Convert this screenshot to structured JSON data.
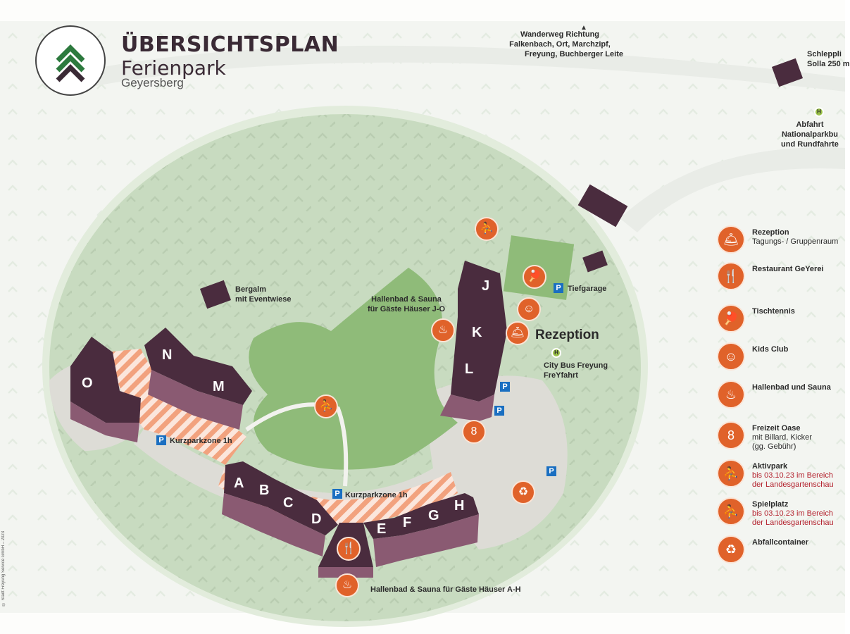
{
  "header": {
    "title_main": "ÜBERSICHTSPLAN",
    "title_sub": "Ferienpark",
    "title_place": "Geyersberg",
    "logo_icon": "fir-tree-logo-icon"
  },
  "map_labels": {
    "wanderweg": "Wanderweg Richtung",
    "wanderweg_2": "Falkenbach, Ort, Marchzipf,",
    "wanderweg_3": "Freyung, Buchberger Leite",
    "schlepplift": "Schleppli",
    "schlepplift_2": "Solla 250 m",
    "abfahrt_1": "Abfahrt",
    "abfahrt_2": "Nationalparkbu",
    "abfahrt_3": "und Rundfahrte",
    "bergalm_1": "Bergalm",
    "bergalm_2": "mit Eventwiese",
    "hallenbad_jo_1": "Hallenbad & Sauna",
    "hallenbad_jo_2": "für Gäste Häuser J-O",
    "tiefgarage": "Tiefgarage",
    "rezeption": "Rezeption",
    "citybus_1": "City Bus Freyung",
    "citybus_2": "FreYfahrt",
    "kurzpark_left": "Kurzparkzone 1h",
    "kurzpark_center": "Kurzparkzone 1h",
    "hallenbad_ah": "Hallenbad & Sauna für Gäste Häuser A-H",
    "copyright": "© Stadt Freyung Service GmbH – 2023"
  },
  "buildings": {
    "O": "O",
    "N": "N",
    "M": "M",
    "J": "J",
    "K": "K",
    "L": "L",
    "A": "A",
    "B": "B",
    "C": "C",
    "D": "D",
    "E": "E",
    "F": "F",
    "G": "G",
    "H": "H"
  },
  "legend": [
    {
      "icon": "reception-bell-icon",
      "label": "Rezeption",
      "sub": "Tagungs- / Gruppenraum",
      "glyph": "🛎"
    },
    {
      "icon": "restaurant-icon",
      "label": "Restaurant GeYerei",
      "sub": "",
      "glyph": "🍴"
    },
    {
      "icon": "table-tennis-icon",
      "label": "Tischtennis",
      "sub": "",
      "glyph": "🏓"
    },
    {
      "icon": "kids-club-icon",
      "label": "Kids Club",
      "sub": "",
      "glyph": "☺"
    },
    {
      "icon": "pool-sauna-icon",
      "label": "Hallenbad und Sauna",
      "sub": "",
      "glyph": "♨"
    },
    {
      "icon": "billiard-ball-icon",
      "label": "Freizeit Oase",
      "sub": "mit Billard, Kicker",
      "sub2": "(gg. Gebühr)",
      "glyph": "8"
    },
    {
      "icon": "activity-park-icon",
      "label": "Aktivpark",
      "sub": "bis 03.10.23 im Bereich",
      "sub2": "der Landesgartenschau",
      "glyph": "⛹"
    },
    {
      "icon": "playground-icon",
      "label": "Spielplatz",
      "sub": "bis 03.10.23 im Bereich",
      "sub2": "der Landesgartenschau",
      "glyph": "⛹"
    },
    {
      "icon": "waste-container-icon",
      "label": "Abfallcontainer",
      "sub": "",
      "glyph": "♻"
    }
  ],
  "symbols": {
    "parking": "P",
    "bus": "H"
  },
  "colors": {
    "forest_green": "#c5d9bd",
    "meadow_green": "#8fbb79",
    "path_gray": "#dcdcd6",
    "building_purple": "#5b3a4e",
    "building_roof": "#3b2535",
    "hatch_orange": "#f2a27e",
    "icon_orange": "#e0622a",
    "parking_blue": "#1a6fc1",
    "bus_green": "#9cc34a"
  }
}
